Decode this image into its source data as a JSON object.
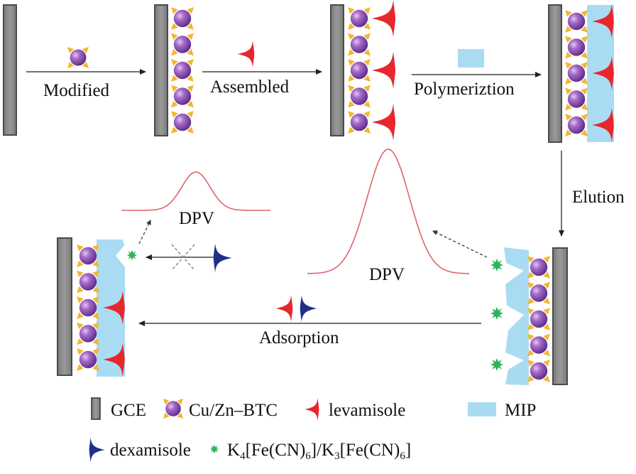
{
  "steps": {
    "modified": "Modified",
    "assembled": "Assembled",
    "polymerization": "Polymeriztion",
    "elution": "Elution",
    "adsorption": "Adsorption"
  },
  "signals": {
    "dpv_small": "DPV",
    "dpv_large": "DPV"
  },
  "legend": {
    "gce": "GCE",
    "mof": "Cu/Zn–BTC",
    "levamisole": "levamisole",
    "mip": "MIP",
    "dexamisole": "dexamisole",
    "probe_k4": "K",
    "probe_k4_sub": "4",
    "probe_fe1": "[Fe(CN)",
    "probe_fe1_sub": "6",
    "probe_mid": "]/K",
    "probe_k3_sub": "3",
    "probe_fe2": "[Fe(CN)",
    "probe_fe2_sub": "6",
    "probe_end": "]"
  },
  "colors": {
    "electrode_fill": "#8c8c8c",
    "electrode_stroke": "#4a4a4a",
    "mof_sphere": "#8a4fb0",
    "mof_linker": "#f5b52e",
    "levamisole": "#e8262e",
    "dexamisole": "#1f2f8a",
    "mip": "#a9dcf3",
    "probe": "#2fb35a",
    "dpv_curve": "#e0646a",
    "arrow": "#333333"
  }
}
